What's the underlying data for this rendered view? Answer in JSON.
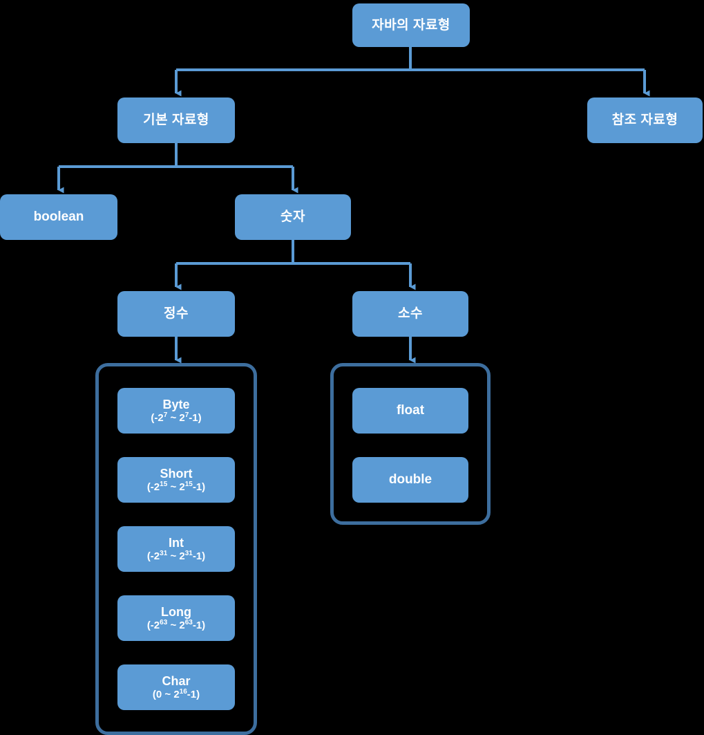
{
  "diagram": {
    "title": "자바의 자료형",
    "theme": {
      "background": "#000000",
      "node_fill": "#5B9BD5",
      "node_text": "#FFFFFF",
      "connector": "#5B9BD5",
      "group_border": "#3D6E9E"
    },
    "nodes": {
      "root": {
        "label": "자바의 자료형"
      },
      "primitive": {
        "label": "기본 자료형"
      },
      "reference": {
        "label": "참조 자료형"
      },
      "boolean": {
        "label": "boolean"
      },
      "number": {
        "label": "숫자"
      },
      "integer": {
        "label": "정수"
      },
      "decimal": {
        "label": "소수"
      }
    },
    "integer_types": [
      {
        "name": "Byte",
        "range_prefix": "(-2",
        "exp1": "7",
        "range_mid": " ~ 2",
        "exp2": "7",
        "range_suffix": "-1)"
      },
      {
        "name": "Short",
        "range_prefix": "(-2",
        "exp1": "15",
        "range_mid": " ~ 2",
        "exp2": "15",
        "range_suffix": "-1)"
      },
      {
        "name": "Int",
        "range_prefix": "(-2",
        "exp1": "31",
        "range_mid": " ~ 2",
        "exp2": "31",
        "range_suffix": "-1)"
      },
      {
        "name": "Long",
        "range_prefix": "(-2",
        "exp1": "63",
        "range_mid": " ~ 2",
        "exp2": "63",
        "range_suffix": "-1)"
      },
      {
        "name": "Char",
        "range_prefix": "(0",
        "exp1": "",
        "range_mid": " ~ 2",
        "exp2": "16",
        "range_suffix": "-1)"
      }
    ],
    "decimal_types": [
      {
        "name": "float"
      },
      {
        "name": "double"
      }
    ]
  }
}
